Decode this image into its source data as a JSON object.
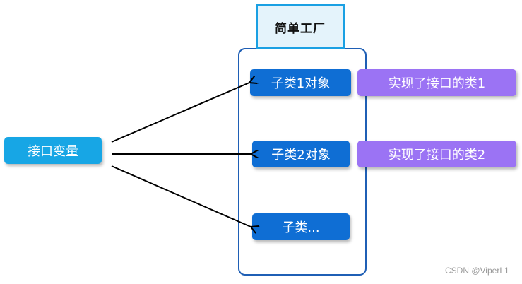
{
  "factory": {
    "title": "简单工厂",
    "products": [
      {
        "label": "子类1对象",
        "implements_label": "实现了接口的类1"
      },
      {
        "label": "子类2对象",
        "implements_label": "实现了接口的类2"
      },
      {
        "label": "子类..."
      }
    ]
  },
  "interface_variable": {
    "label": "接口变量"
  },
  "watermark": "CSDN @ViperL1",
  "colors": {
    "factory_border": "#1f5fb5",
    "title_fill": "#e4f3fb",
    "title_border": "#1aa0e3",
    "product_fill": "#0f6ed4",
    "interface_fill": "#17a6e5",
    "impl_fill": "#9b73f4",
    "arrow": "#000000"
  }
}
